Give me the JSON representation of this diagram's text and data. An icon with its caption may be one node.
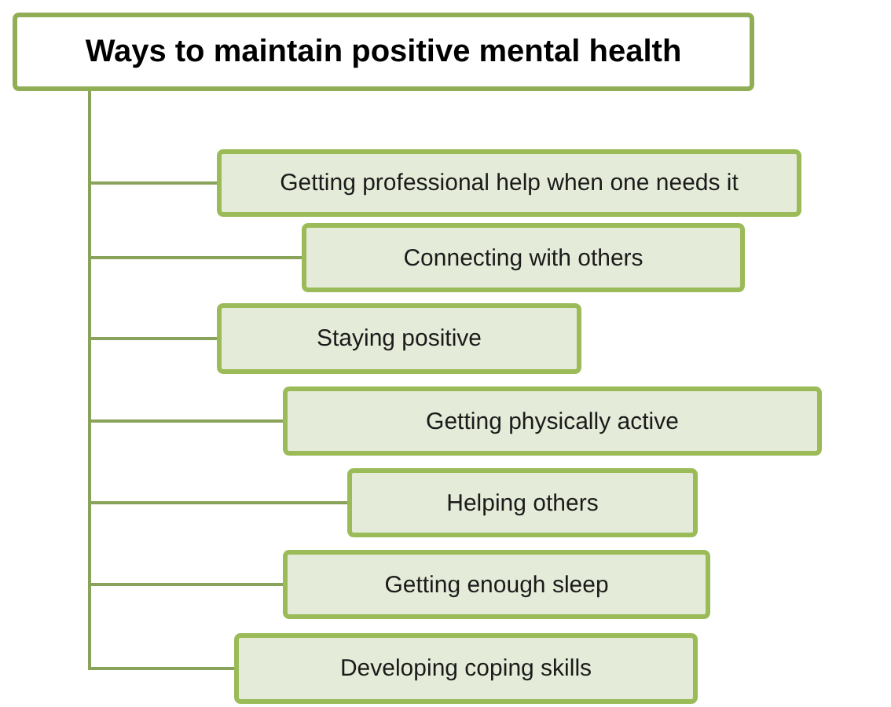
{
  "diagram": {
    "nodes": [
      {
        "text": [
          "Ways to maintain positive mental health"
        ]
      },
      {
        "text": [
          "Getting professional help when one needs it"
        ]
      },
      {
        "text": [
          "Connecting with others"
        ]
      },
      {
        "text": [
          "Staying positive"
        ]
      },
      {
        "text": [
          "Getting physically active"
        ]
      },
      {
        "text": [
          "Helping others"
        ]
      },
      {
        "text": [
          "Getting enough sleep"
        ]
      },
      {
        "text": [
          "Developing coping skills"
        ]
      }
    ],
    "edges": [
      {
        "from": 0,
        "to": 1,
        "arrow": "none"
      },
      {
        "from": 0,
        "to": 2,
        "arrow": "none"
      },
      {
        "from": 0,
        "to": 3,
        "arrow": "none"
      },
      {
        "from": 0,
        "to": 4,
        "arrow": "none"
      },
      {
        "from": 0,
        "to": 5,
        "arrow": "none"
      },
      {
        "from": 0,
        "to": 6,
        "arrow": "none"
      },
      {
        "from": 0,
        "to": 7,
        "arrow": "none"
      }
    ]
  }
}
